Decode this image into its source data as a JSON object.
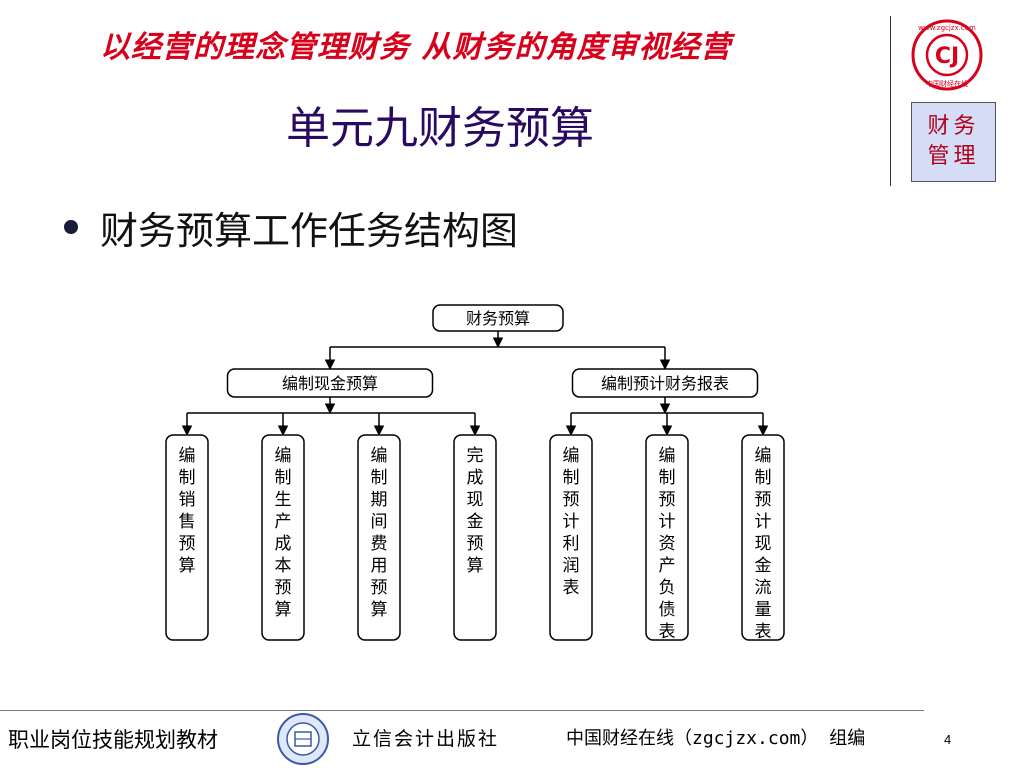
{
  "header": {
    "slogan": "以经营的理念管理财务 从财务的角度审视经营",
    "title": "单元九财务预算",
    "logo_text": "www.zgcjzx.com",
    "logo_letters": "CJ",
    "logo_sub": "中国财经在线",
    "side_box_label": "财务管理"
  },
  "content": {
    "bullet_text": "财务预算工作任务结构图"
  },
  "diagram": {
    "root": "财务预算",
    "branches": [
      {
        "label": "编制现金预算",
        "children": [
          "编制销售预算",
          "编制生产成本预算",
          "编制期间费用预算",
          "完成现金预算"
        ]
      },
      {
        "label": "编制预计财务报表",
        "children": [
          "编制预计利润表",
          "编制预计资产负债表",
          "编制预计现金流量表"
        ]
      }
    ]
  },
  "footer": {
    "textbook": "职业岗位技能规划教材",
    "publisher": "立信会计出版社",
    "editor": "中国财经在线（zgcjzx.com） 组编",
    "page_number": "4"
  },
  "colors": {
    "slogan": "#d8001a",
    "title": "#2a0a60",
    "side_box_bg": "#d5dcf5",
    "side_box_text": "#b0001a"
  }
}
